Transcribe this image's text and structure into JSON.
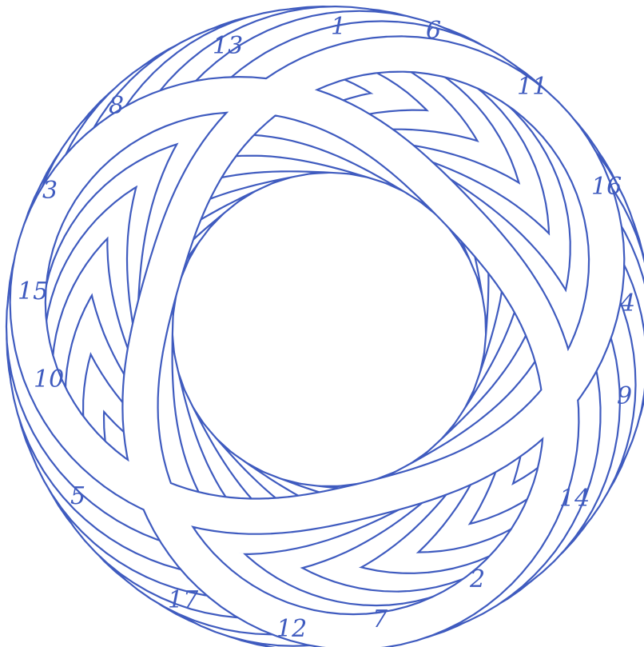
{
  "diagram": {
    "type": "braided-ring-knot",
    "strand_count": 17,
    "ink_color": "#3f5bbf",
    "background_color": "#ffffff",
    "labels": [
      {
        "id": "1",
        "text": "1"
      },
      {
        "id": "2",
        "text": "2"
      },
      {
        "id": "3",
        "text": "3"
      },
      {
        "id": "4",
        "text": "4"
      },
      {
        "id": "5",
        "text": "5"
      },
      {
        "id": "6",
        "text": "6"
      },
      {
        "id": "7",
        "text": "7"
      },
      {
        "id": "8",
        "text": "8"
      },
      {
        "id": "9",
        "text": "9"
      },
      {
        "id": "10",
        "text": "10"
      },
      {
        "id": "11",
        "text": "11"
      },
      {
        "id": "12",
        "text": "12"
      },
      {
        "id": "13",
        "text": "13"
      },
      {
        "id": "14",
        "text": "14"
      },
      {
        "id": "15",
        "text": "15"
      },
      {
        "id": "16",
        "text": "16"
      },
      {
        "id": "17",
        "text": "17"
      }
    ]
  }
}
